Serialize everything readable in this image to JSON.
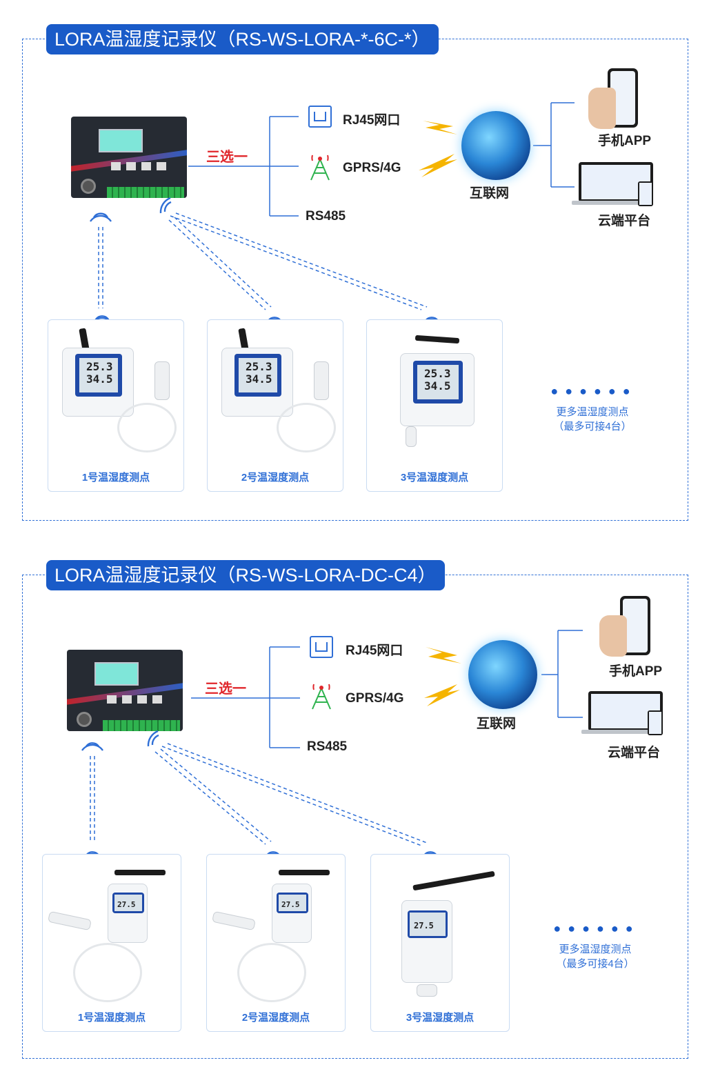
{
  "panels": [
    {
      "title": "LORA温湿度记录仪（RS-WS-LORA-*-6C-*）",
      "choose_label": "三选一",
      "links": {
        "rj45": "RJ45网口",
        "gprs": "GPRS/4G",
        "rs485": "RS485"
      },
      "internet": "互联网",
      "app": "手机APP",
      "cloud": "云端平台",
      "nodes": [
        "1号温湿度测点",
        "2号温湿度测点",
        "3号温湿度测点"
      ],
      "lcd_value_1": "25.3",
      "lcd_value_2": "34.5",
      "more_line1": "更多温湿度测点",
      "more_line2": "（最多可接4台）",
      "dots": "●●●●●●"
    },
    {
      "title": "LORA温湿度记录仪（RS-WS-LORA-DC-C4）",
      "choose_label": "三选一",
      "links": {
        "rj45": "RJ45网口",
        "gprs": "GPRS/4G",
        "rs485": "RS485"
      },
      "internet": "互联网",
      "app": "手机APP",
      "cloud": "云端平台",
      "nodes": [
        "1号温湿度测点",
        "2号温湿度测点",
        "3号温湿度测点"
      ],
      "lcd_value_1": "27.5",
      "more_line1": "更多温湿度测点",
      "more_line2": "（最多可接4台）",
      "dots": "●●●●●●"
    }
  ],
  "colors": {
    "accent": "#1a5bc8",
    "dashed": "#2f6fd6",
    "red": "#e0262b",
    "lightning": "#f5b400"
  },
  "icons": [
    "rj45-port-icon",
    "gprs-tower-icon",
    "lightning-icon",
    "globe-icon",
    "phone-icon",
    "monitor-icon",
    "wifi-signal-icon"
  ]
}
